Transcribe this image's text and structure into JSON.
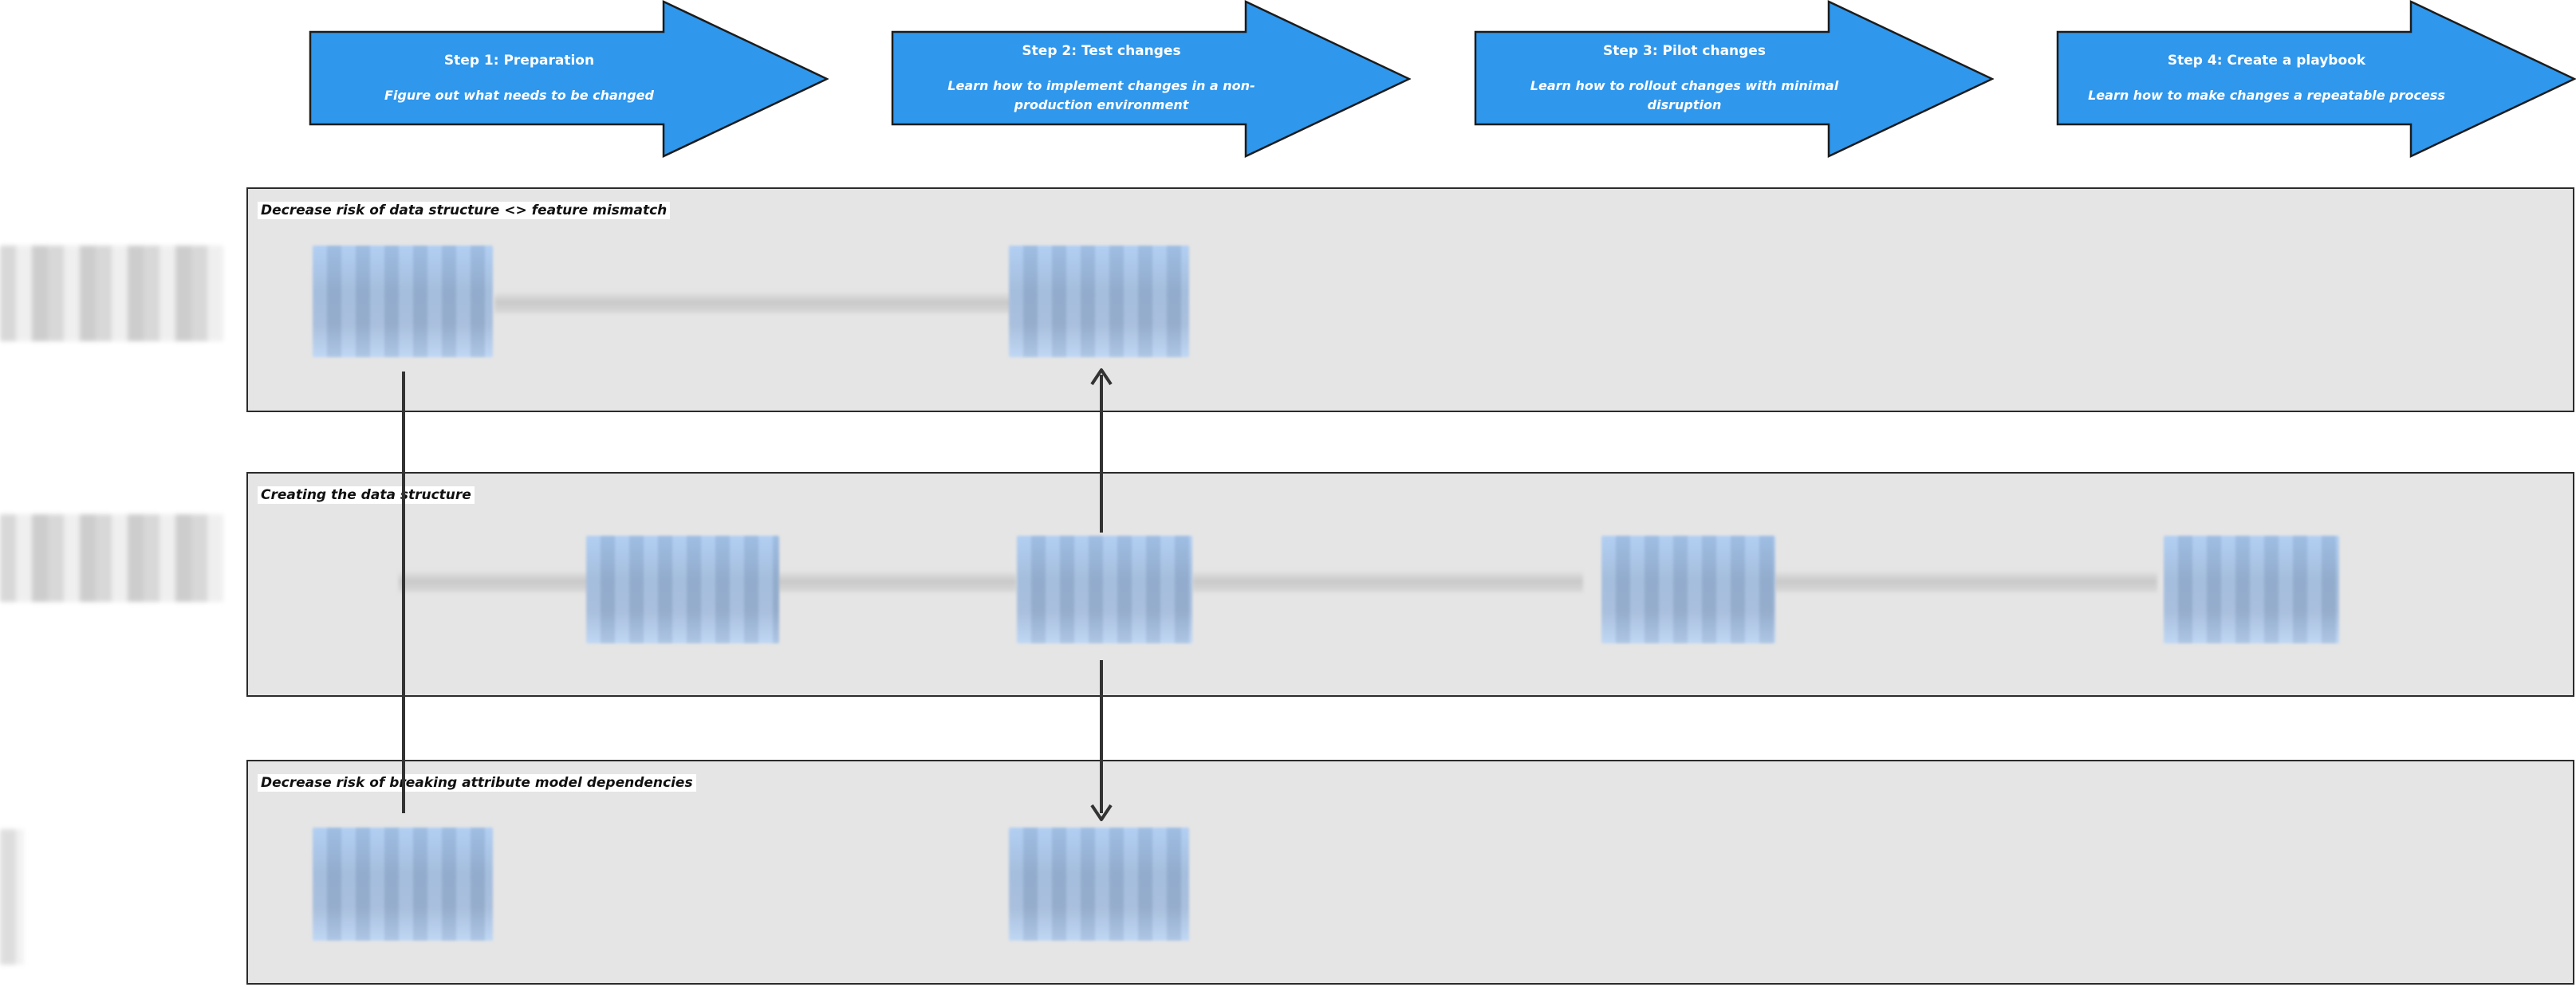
{
  "steps": [
    {
      "title": "Step 1: Preparation",
      "subtitle": "Figure out what needs to be changed"
    },
    {
      "title": "Step 2: Test changes",
      "subtitle": "Learn how to implement changes in a non-production environment"
    },
    {
      "title": "Step 3: Pilot changes",
      "subtitle": "Learn how to rollout changes with minimal disruption"
    },
    {
      "title": "Step 4: Create a playbook",
      "subtitle": "Learn how to make changes a repeatable process"
    }
  ],
  "lanes": [
    {
      "title": "Decrease risk of data structure <> feature mismatch"
    },
    {
      "title": "Creating the data structure"
    },
    {
      "title": "Decrease risk of breaking attribute model dependencies"
    }
  ],
  "colors": {
    "arrow_fill": "#2f97ec",
    "arrow_stroke": "#1c1c1c",
    "lane_fill": "#e5e5e5",
    "lane_border": "#2b2b2b",
    "connector": "#333333"
  }
}
